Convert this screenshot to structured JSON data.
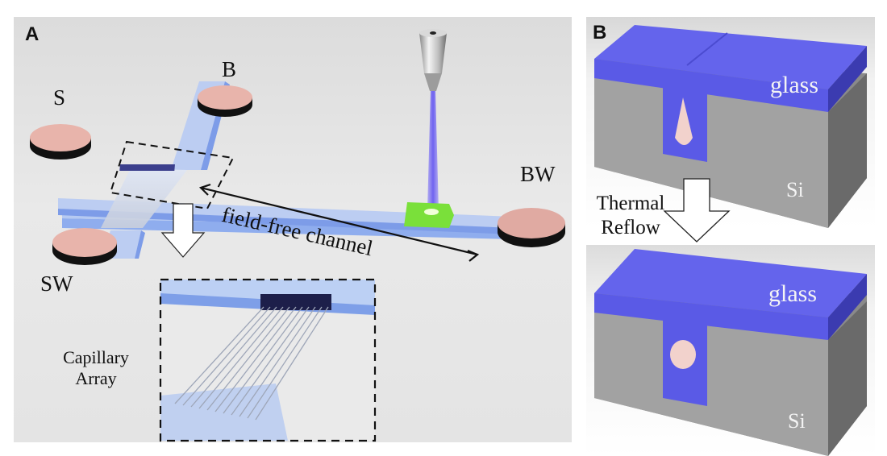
{
  "figure": {
    "panel_a": {
      "letter": "A",
      "reservoirs": {
        "s": "S",
        "b": "B",
        "sw": "SW",
        "bw": "BW"
      },
      "channel_label": "field-free channel",
      "inset_label_line1": "Capillary",
      "inset_label_line2": "Array"
    },
    "panel_b": {
      "letter": "B",
      "top_layer_label": "glass",
      "substrate_label": "Si",
      "process_label_line1": "Thermal",
      "process_label_line2": "Reflow"
    }
  },
  "colors": {
    "glass": "#5a5ae6",
    "silicon": "#9a9a9a",
    "reservoir": "#e8b4ab",
    "channel": "#a9c2f0",
    "laser": "#7b6cf2",
    "detector": "#7ae03a"
  }
}
